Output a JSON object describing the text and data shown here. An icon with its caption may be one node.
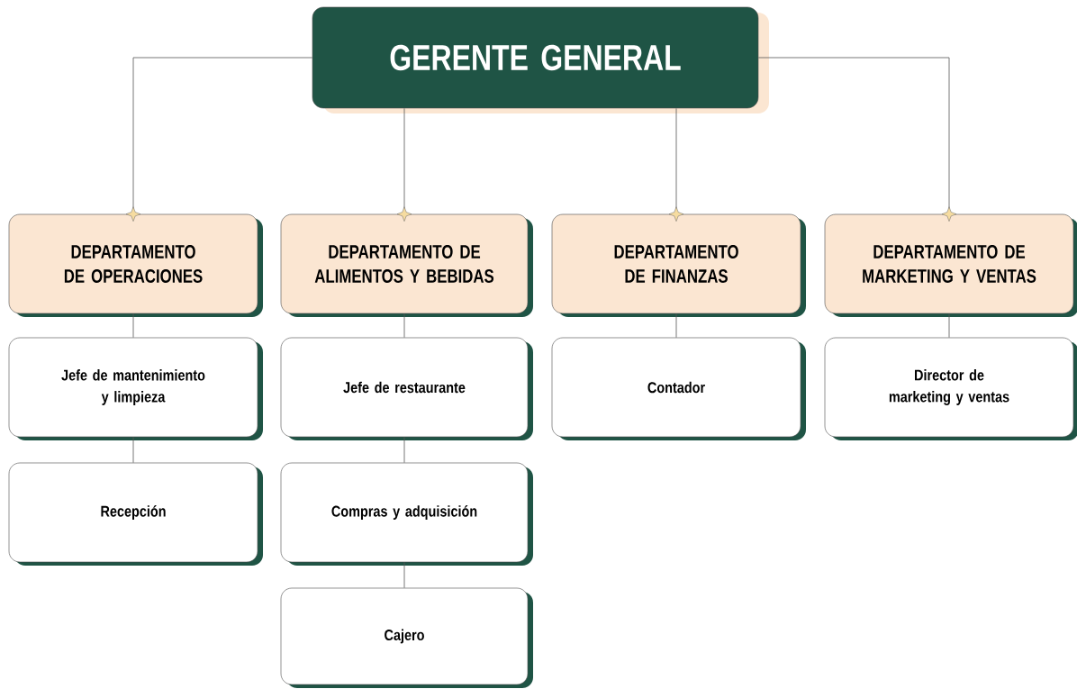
{
  "diagram": {
    "nodes": [
      {
        "text": [
          "GERENTE GENERAL"
        ]
      },
      {
        "text": [
          "DEPARTAMENTO DE OPERACIONES"
        ]
      },
      {
        "text": [
          "DEPARTAMENTO DE ALIMENTOS Y BEBIDAS"
        ]
      },
      {
        "text": [
          "DEPARTAMENTO DE FINANZAS"
        ]
      },
      {
        "text": [
          "DEPARTAMENTO DE MARKETING Y VENTAS"
        ]
      },
      {
        "text": [
          "Jefe de mantenimiento y limpieza"
        ]
      },
      {
        "text": [
          "Recepción"
        ]
      },
      {
        "text": [
          "Jefe de restaurante"
        ]
      },
      {
        "text": [
          "Compras y adquisición"
        ]
      },
      {
        "text": [
          "Cajero"
        ]
      },
      {
        "text": [
          "Contador"
        ]
      },
      {
        "text": [
          "Director de marketing y ventas"
        ]
      }
    ],
    "edges": [
      {
        "from": 0,
        "to": 1,
        "arrow": "other"
      },
      {
        "from": 0,
        "to": 2,
        "arrow": "other"
      },
      {
        "from": 0,
        "to": 3,
        "arrow": "other"
      },
      {
        "from": 0,
        "to": 4,
        "arrow": "other"
      },
      {
        "from": 1,
        "to": 5,
        "arrow": "none"
      },
      {
        "from": 5,
        "to": 6,
        "arrow": "none"
      },
      {
        "from": 2,
        "to": 7,
        "arrow": "none"
      },
      {
        "from": 7,
        "to": 8,
        "arrow": "none"
      },
      {
        "from": 8,
        "to": 9,
        "arrow": "none"
      },
      {
        "from": 3,
        "to": 10,
        "arrow": "none"
      },
      {
        "from": 4,
        "to": 11,
        "arrow": "none"
      }
    ]
  }
}
